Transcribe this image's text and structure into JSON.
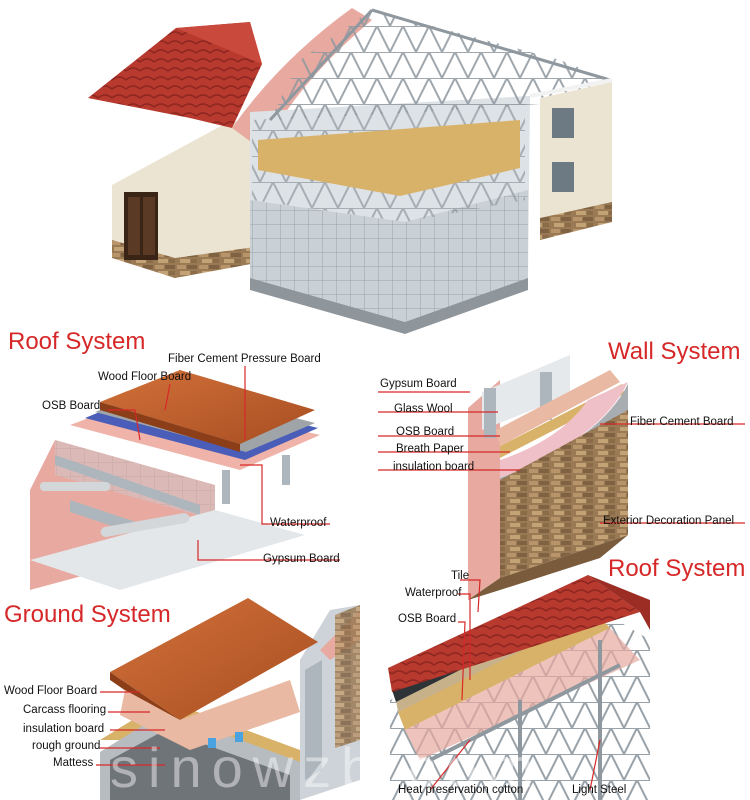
{
  "sections": {
    "roof_system_top": "Roof System",
    "wall_system": "Wall System",
    "ground_system": "Ground System",
    "roof_system_bottom": "Roof System"
  },
  "roof_labels": {
    "fiber_cement_pressure_board": "Fiber Cement Pressure Board",
    "wood_floor_board": "Wood Floor Board",
    "osb_board": "OSB Board",
    "waterproof": "Waterproof",
    "gypsum_board": "Gypsum Board"
  },
  "wall_labels": {
    "gypsum_board": "Gypsum Board",
    "glass_wool": "Glass Wool",
    "osb_board": "OSB Board",
    "breath_paper": "Breath Paper",
    "insulation_board": "insulation board",
    "fiber_cement_board": "Fiber Cement Board",
    "exterior_decoration_panel": "Exterior Decoration Panel"
  },
  "ground_labels": {
    "wood_floor_board": "Wood Floor Board",
    "carcass_flooring": "Carcass flooring",
    "insulation_board": "insulation board",
    "rough_ground": "rough ground",
    "mattess": "Mattess"
  },
  "roof2_labels": {
    "tile": "Tile",
    "waterproof": "Waterproof",
    "osb_board": "OSB Board",
    "heat_preservation_cotton": "Heat preservation cotton",
    "light_steel": "Light Steel"
  },
  "watermark": "sinowzb.com",
  "colors": {
    "title_red": "#d62828",
    "leader_red": "#d62828",
    "roof_tile": "#b8392e",
    "wood": "#c0602a",
    "osb": "#d9b26a",
    "insulation_pink": "#e7a9a0",
    "steel": "#aeb6bd",
    "waterproof_blue": "#4a5db8",
    "stone": "#9a7a55",
    "wall_cream": "#ece4d2"
  }
}
